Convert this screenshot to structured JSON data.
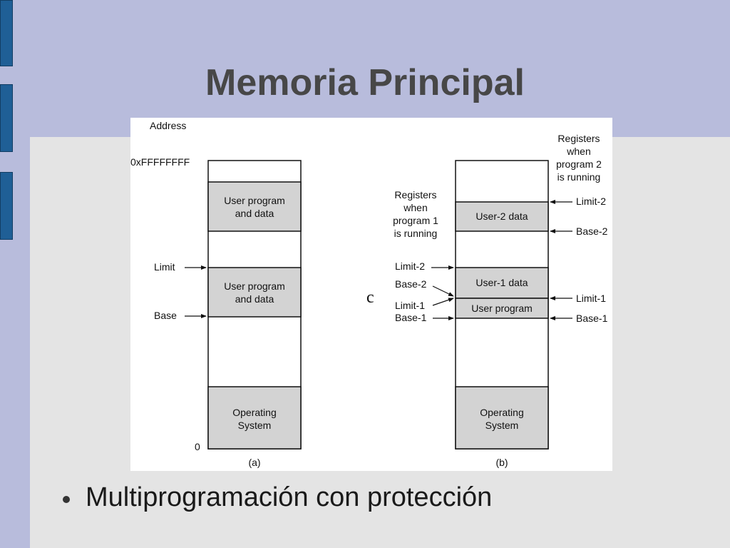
{
  "slide": {
    "title": "Memoria Principal",
    "bullet": "Multiprogramación con protección",
    "colors": {
      "background": "#b8bcdc",
      "content_panel": "#e4e4e4",
      "tab": "#1f5f96",
      "memory_block": "#d3d3d3"
    }
  },
  "figure": {
    "stray_letter": "c",
    "panel_a": {
      "caption": "(a)",
      "address_label": "Address",
      "top_address": "0xFFFFFFFF",
      "bottom_address": "0",
      "upper_block": [
        "User program",
        "and data"
      ],
      "middle_block": [
        "User program",
        "and data"
      ],
      "os_block": [
        "Operating",
        "System"
      ],
      "limit_label": "Limit",
      "base_label": "Base"
    },
    "panel_b": {
      "caption": "(b)",
      "user2_block": "User-2 data",
      "user1_block": "User-1 data",
      "user_program_block": "User program",
      "os_block": [
        "Operating",
        "System"
      ],
      "registers_program2": [
        "Registers",
        "when",
        "program 2",
        "is running"
      ],
      "registers_program1": [
        "Registers",
        "when",
        "program 1",
        "is running"
      ],
      "left_labels": [
        "Limit-2",
        "Base-2",
        "Limit-1",
        "Base-1"
      ],
      "right_labels": [
        "Limit-2",
        "Base-2",
        "Limit-1",
        "Base-1"
      ]
    }
  }
}
